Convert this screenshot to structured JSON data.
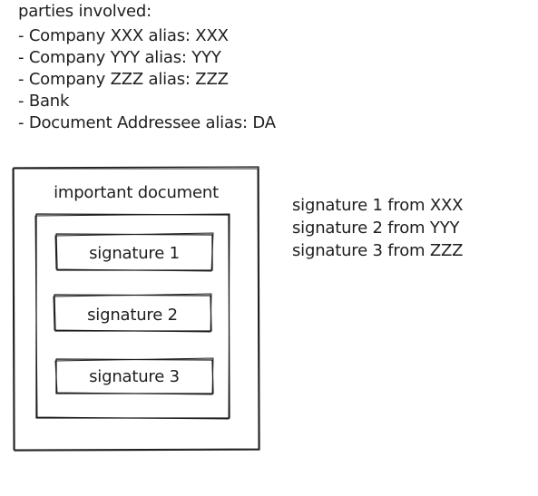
{
  "parties": {
    "heading": "parties involved:",
    "items": [
      "- Company XXX alias: XXX",
      "- Company YYY alias: YYY",
      "- Company ZZZ alias: ZZZ",
      "- Bank",
      "- Document Addressee alias: DA"
    ]
  },
  "document": {
    "title": "important document",
    "signatures": [
      "signature 1",
      "signature 2",
      "signature 3"
    ]
  },
  "signature_notes": [
    "signature 1 from XXX",
    "signature 2 from YYY",
    "signature 3 from ZZZ"
  ],
  "colors": {
    "stroke": "#1e1e1e",
    "background": "#ffffff"
  }
}
